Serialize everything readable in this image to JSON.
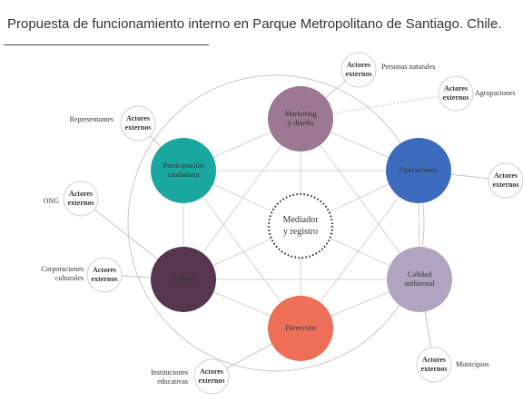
{
  "title": "Propuesta de funcionamiento interno en Parque Metropolitano de Santiago. Chile.",
  "center": {
    "lines": [
      "Mediador",
      "y registro"
    ]
  },
  "nodes": [
    {
      "id": "marketing",
      "lines": [
        "Marketing",
        "y diseño"
      ],
      "color": "#9c7893"
    },
    {
      "id": "operaciones",
      "lines": [
        "Operaciones"
      ],
      "color": "#3d6bbd"
    },
    {
      "id": "calidad",
      "lines": [
        "Calidad",
        "ambiental"
      ],
      "color": "#b1a4c1"
    },
    {
      "id": "direccion",
      "lines": [
        "Dirección"
      ],
      "color": "#ee6f58"
    },
    {
      "id": "cultura",
      "lines": [
        "Cultura"
      ],
      "color": "#56354f"
    },
    {
      "id": "participacion",
      "lines": [
        "Participación",
        "ciudadana"
      ],
      "color": "#1aa79f"
    }
  ],
  "actor_label": [
    "Actores",
    "externos"
  ],
  "actors": [
    {
      "id": "personas",
      "caption": [
        "Personas naturales"
      ]
    },
    {
      "id": "agrupaciones",
      "caption": [
        "Agrupaciones"
      ]
    },
    {
      "id": "operaciones-actor",
      "caption": []
    },
    {
      "id": "municipios",
      "caption": [
        "Municipios"
      ]
    },
    {
      "id": "instituciones",
      "caption": [
        "Instituciones",
        "educativas"
      ]
    },
    {
      "id": "corporaciones",
      "caption": [
        "Corporaciones",
        "culturales"
      ]
    },
    {
      "id": "ong",
      "caption": [
        "ONG"
      ]
    },
    {
      "id": "representantes",
      "caption": [
        "Representantes"
      ]
    }
  ]
}
